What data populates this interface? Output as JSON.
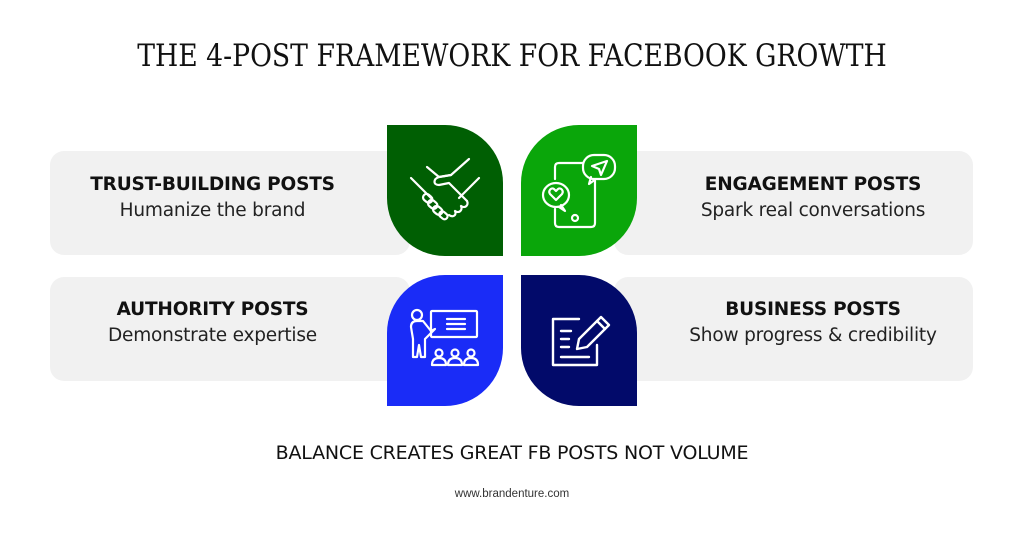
{
  "title": "THE 4-POST FRAMEWORK FOR FACEBOOK GROWTH",
  "posts": [
    {
      "heading": "TRUST-BUILDING POSTS",
      "subtitle": "Humanize the brand",
      "icon": "handshake-icon",
      "color": "#005f03"
    },
    {
      "heading": "ENGAGEMENT POSTS",
      "subtitle": "Spark real conversations",
      "icon": "phone-chat-icon",
      "color": "#0aa60a"
    },
    {
      "heading": "AUTHORITY POSTS",
      "subtitle": "Demonstrate expertise",
      "icon": "presentation-icon",
      "color": "#1a2cf7"
    },
    {
      "heading": "BUSINESS POSTS",
      "subtitle": "Show progress & credibility",
      "icon": "document-edit-icon",
      "color": "#020a6a"
    }
  ],
  "tagline": "BALANCE CREATES GREAT FB POSTS NOT VOLUME",
  "url": "www.brandenture.com"
}
